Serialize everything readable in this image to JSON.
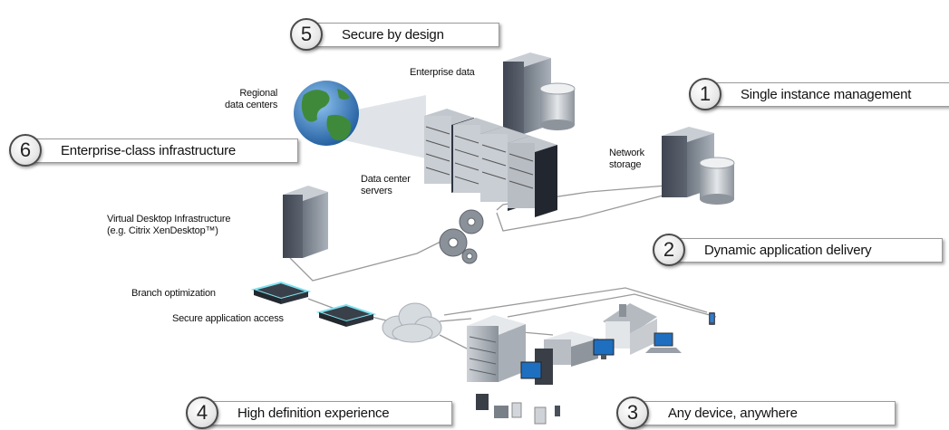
{
  "callouts": [
    {
      "number": "5",
      "text": "Secure by design"
    },
    {
      "number": "1",
      "text": "Single instance management"
    },
    {
      "number": "6",
      "text": "Enterprise-class infrastructure"
    },
    {
      "number": "2",
      "text": "Dynamic application delivery"
    },
    {
      "number": "4",
      "text": "High definition experience"
    },
    {
      "number": "3",
      "text": "Any device, anywhere"
    }
  ],
  "labels": {
    "regional_data_centers": [
      "Regional",
      "data centers"
    ],
    "enterprise_data": "Enterprise data",
    "network_storage": [
      "Network",
      "storage"
    ],
    "data_center_servers": [
      "Data center",
      "servers"
    ],
    "vdi": [
      "Virtual Desktop Infrastructure",
      "(e.g. Citrix XenDesktop™)"
    ],
    "branch_optimization": "Branch optimization",
    "secure_application_access": "Secure application access"
  }
}
